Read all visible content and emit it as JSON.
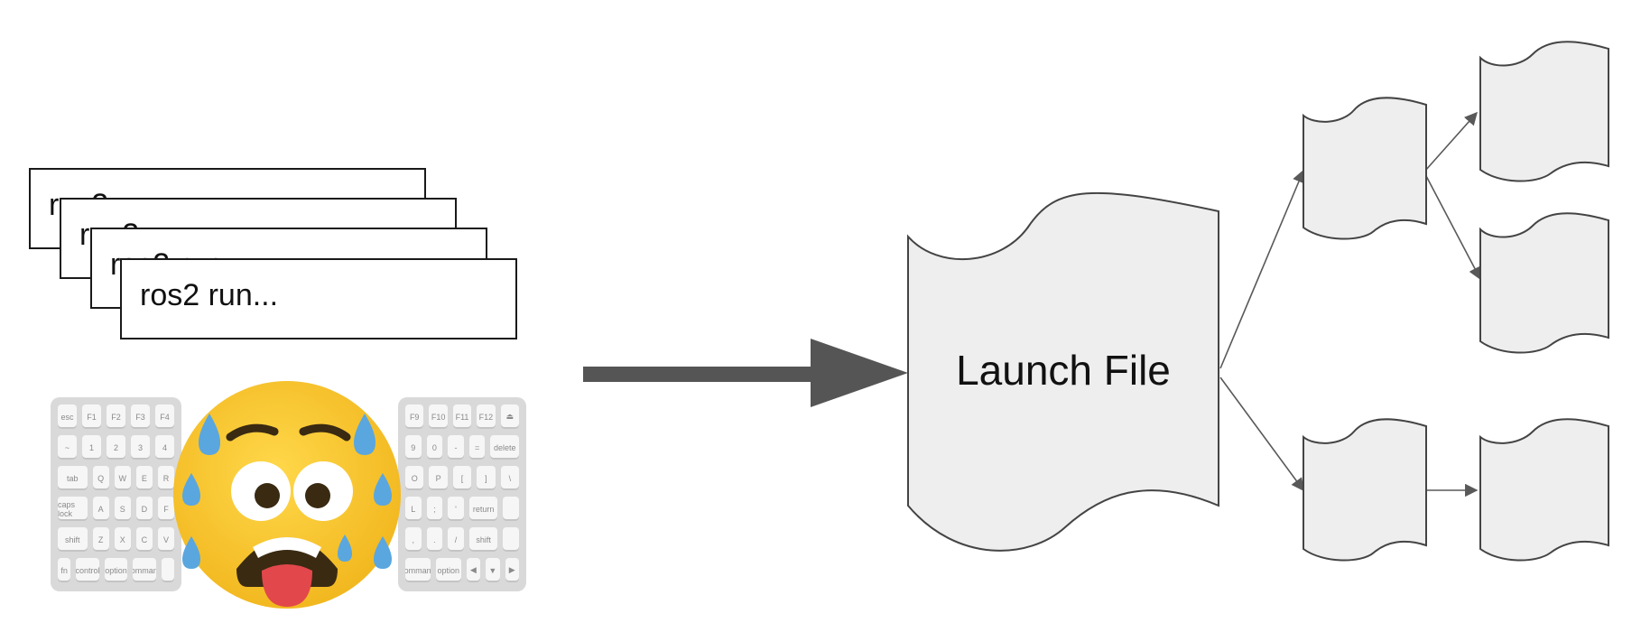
{
  "terminal_windows": [
    {
      "command": "ros2 run..."
    },
    {
      "command": "ros2 run..."
    },
    {
      "command": "ros2 run..."
    },
    {
      "command": "ros2 run..."
    }
  ],
  "launch_file": {
    "label": "Launch File"
  },
  "keyboard_left": {
    "rows": [
      [
        "esc",
        "F1",
        "F2",
        "F3",
        "F4"
      ],
      [
        "~",
        "1",
        "2",
        "3",
        "4"
      ],
      [
        "tab",
        "Q",
        "W",
        "E",
        "R"
      ],
      [
        "caps lock",
        "A",
        "S",
        "D",
        "F"
      ],
      [
        "shift",
        "Z",
        "X",
        "C",
        "V"
      ],
      [
        "fn",
        "control",
        "option",
        "command",
        ""
      ]
    ]
  },
  "keyboard_right": {
    "rows": [
      [
        "F9",
        "F10",
        "F11",
        "F12",
        "⏏"
      ],
      [
        "9",
        "0",
        "-",
        "=",
        "delete"
      ],
      [
        "O",
        "P",
        "[",
        "]",
        "\\"
      ],
      [
        "L",
        ";",
        "'",
        "return",
        ""
      ],
      [
        ",",
        ".",
        "/",
        "shift",
        ""
      ],
      [
        "command",
        "option",
        "◀",
        "▼",
        "▶"
      ]
    ]
  },
  "colors": {
    "outline": "#444444",
    "doc_fill": "#eeeeee",
    "main_arrow": "#555555",
    "thin_arrow": "#595959",
    "emoji_face": "#f7c531",
    "emoji_sweat": "#5aa6df",
    "emoji_tongue": "#e2474b"
  }
}
